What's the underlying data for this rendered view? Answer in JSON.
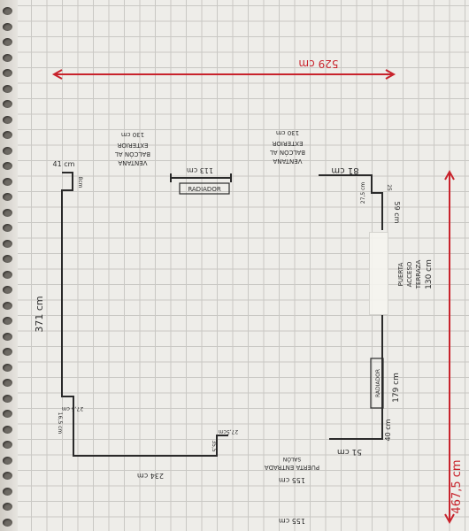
{
  "dimensions": {
    "top_total": "529 cm",
    "right_total": "467,5 cm",
    "left_wall": "371 cm",
    "top_left_segment": "41 cm",
    "left_notch_top": "8cm",
    "left_notch_bottom": "27,5 cm",
    "bottom_left_small": "16,5 cm",
    "bottom_wall": "234 cm",
    "bottom_step_a": "27,5cm",
    "bottom_step_b": "35,5",
    "top_right_segment": "81 cm",
    "right_notch_a": "27,5 cm",
    "right_notch_b": "25",
    "right_upper": "59 cm",
    "right_lower": "179 cm",
    "right_bottom_small": "40 cm",
    "bottom_right_segment": "51 cm"
  },
  "radiators": {
    "top_label": "RADIADOR",
    "top_width": "113 cm",
    "right_label": "RADIADOR"
  },
  "window_left": {
    "line1": "VENTANA",
    "line2": "BALCÓN AL",
    "line3": "EXTERIOR",
    "line4": "130 cm"
  },
  "window_right": {
    "line1": "VENTANA",
    "line2": "BALCÓN AL",
    "line3": "EXTERIOR",
    "line4": "130 cm"
  },
  "door_terrace": {
    "line1": "PUERTA",
    "line2": "ACCESO",
    "line3": "TERRAZA",
    "line4": "130 cm"
  },
  "door_entrance": {
    "line1": "PUERTA ENTRADA",
    "line2": "SALÓN",
    "line3": "155 cm",
    "line4": "155 cm"
  },
  "colors": {
    "pen": "#2a2a2a",
    "red_pen": "#c8232c",
    "paper": "#eeede9",
    "grid": "#c9c8c4"
  }
}
